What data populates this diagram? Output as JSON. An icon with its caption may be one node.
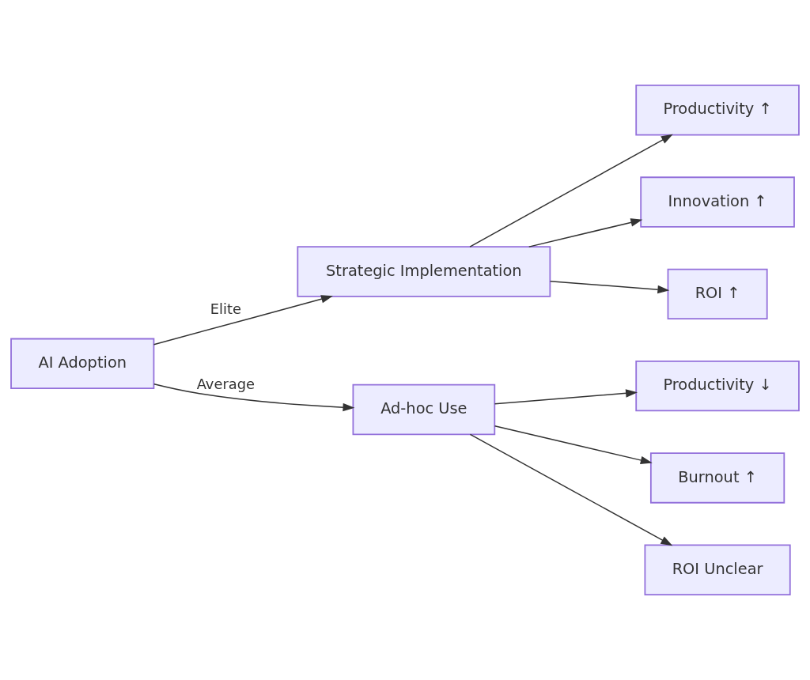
{
  "diagram": {
    "nodes": [
      {
        "text": [
          "AI Adoption"
        ]
      },
      {
        "text": [
          "Strategic Implementation"
        ]
      },
      {
        "text": [
          "Productivity ↑"
        ]
      },
      {
        "text": [
          "Innovation ↑"
        ]
      },
      {
        "text": [
          "ROI ↑"
        ]
      },
      {
        "text": [
          "Ad-hoc Use"
        ]
      },
      {
        "text": [
          "Productivity ↓"
        ]
      },
      {
        "text": [
          "Burnout ↑"
        ]
      },
      {
        "text": [
          "ROI Unclear"
        ]
      }
    ],
    "edges": [
      {
        "from": 0,
        "to": 1,
        "arrow": "to",
        "label": "Elite"
      },
      {
        "from": 0,
        "to": 5,
        "arrow": "to",
        "label": "Average"
      },
      {
        "from": 1,
        "to": 2,
        "arrow": "to"
      },
      {
        "from": 1,
        "to": 3,
        "arrow": "to"
      },
      {
        "from": 1,
        "to": 4,
        "arrow": "to"
      },
      {
        "from": 5,
        "to": 6,
        "arrow": "to"
      },
      {
        "from": 5,
        "to": 7,
        "arrow": "to"
      },
      {
        "from": 5,
        "to": 8,
        "arrow": "to"
      }
    ]
  }
}
